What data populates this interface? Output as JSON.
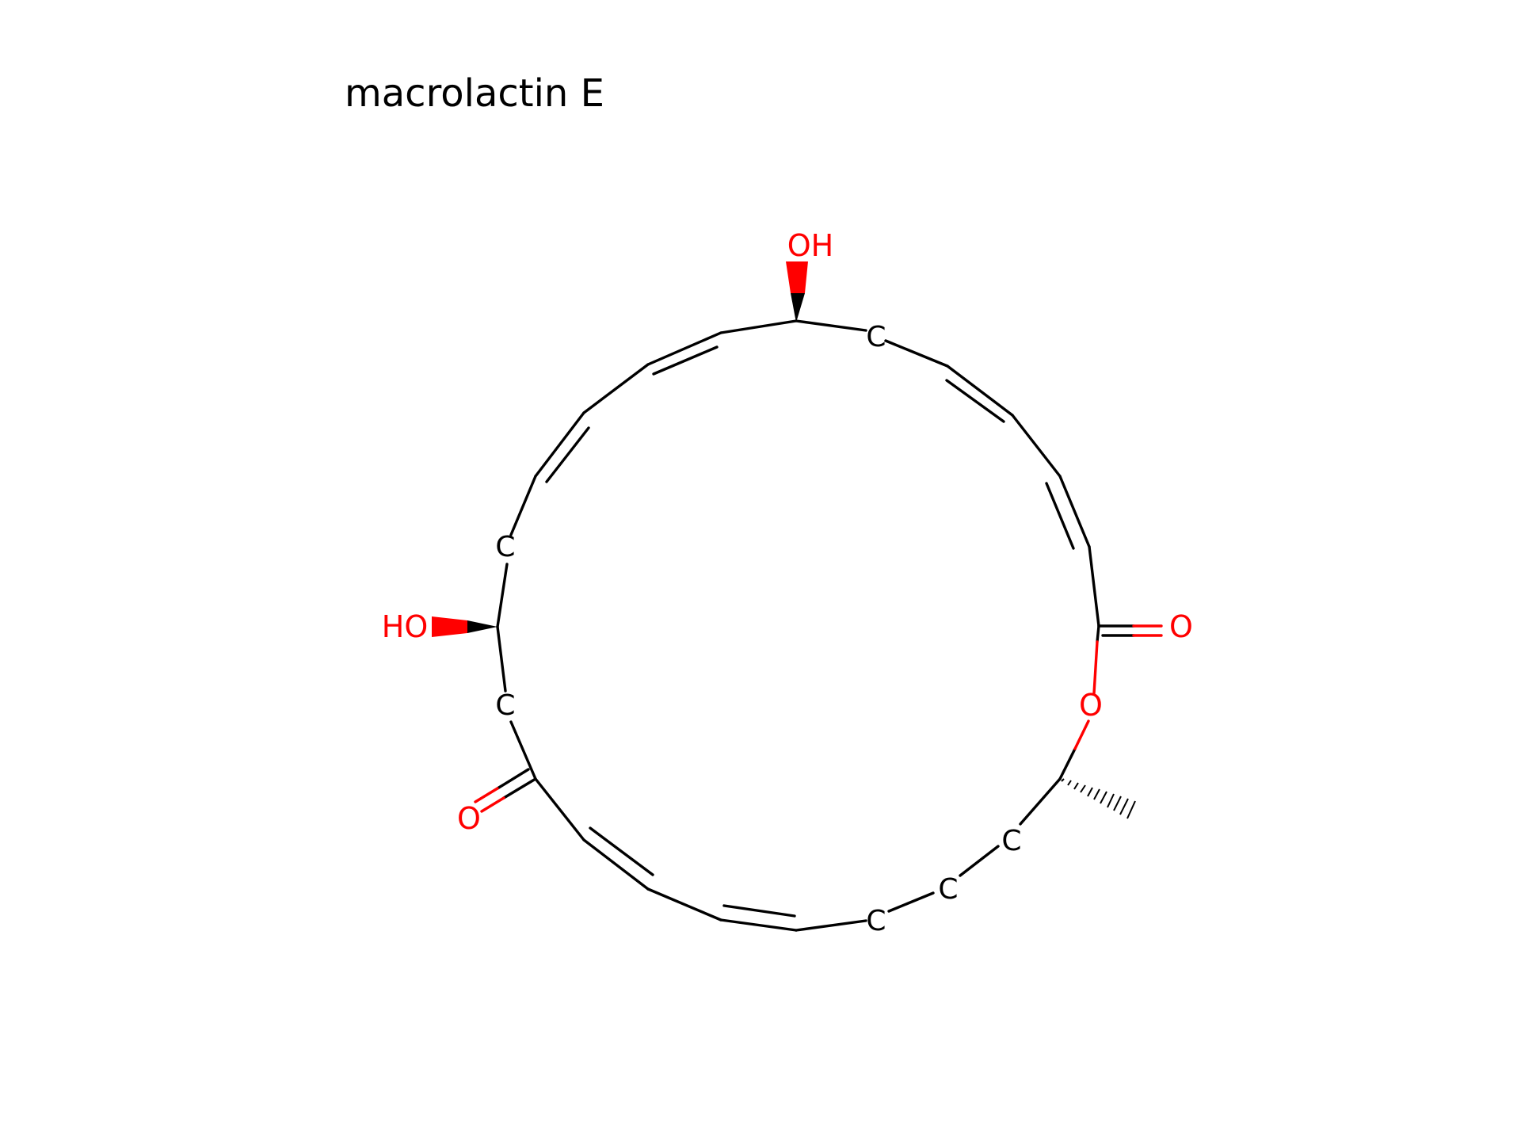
{
  "molecule": {
    "name": "macrolactin E",
    "atom_labels": {
      "oh_top": "OH",
      "ho_left": "HO",
      "ketone_o": "O",
      "carbonyl_o": "O",
      "ester_o": "O",
      "c": "C"
    },
    "colors": {
      "bond": "#000000",
      "heteroatom": "#ff0000",
      "carbon_label": "#000000"
    }
  }
}
